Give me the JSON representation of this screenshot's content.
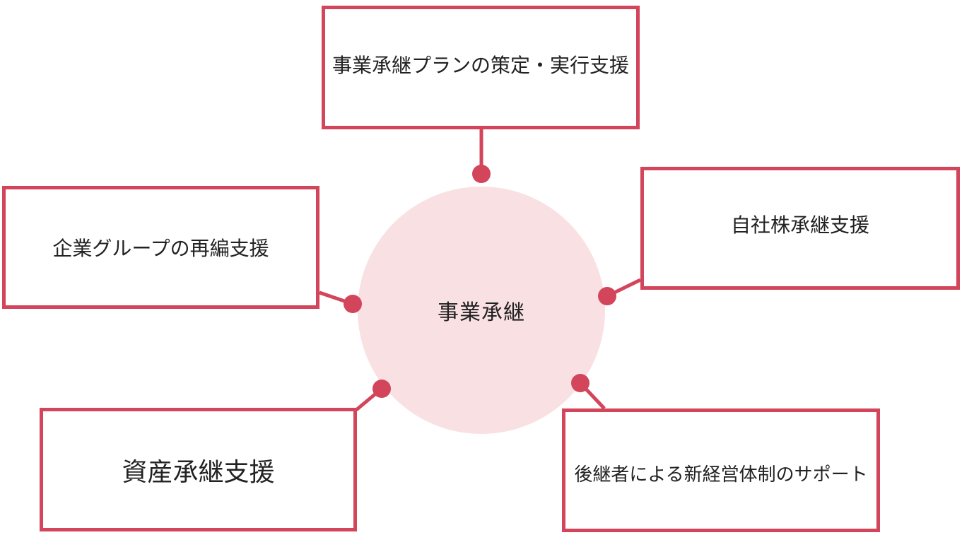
{
  "colors": {
    "accent": "#d2455a",
    "circle_fill": "#f9e0e3",
    "text": "#222222"
  },
  "center": {
    "label": "事業承継"
  },
  "boxes": {
    "top": {
      "label": "事業承継プランの策定・実行支援"
    },
    "left": {
      "label": "企業グループの再編支援"
    },
    "right": {
      "label": "自社株承継支援"
    },
    "bottom_left": {
      "label": "資産承継支援"
    },
    "bottom_right": {
      "label": "後継者による新経営体制のサポート"
    }
  }
}
